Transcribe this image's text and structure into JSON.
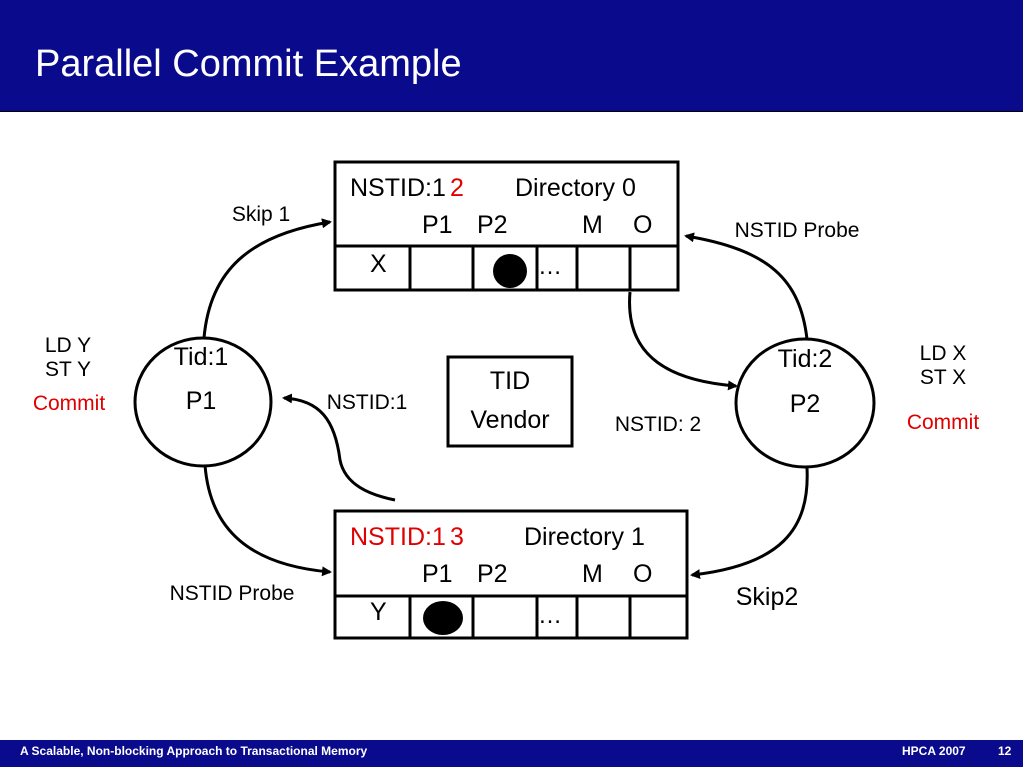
{
  "slide": {
    "title": "Parallel Commit Example",
    "footer_left": "A Scalable, Non-blocking Approach to Transactional Memory",
    "footer_conf": "HPCA 2007",
    "footer_page": "12"
  },
  "colors": {
    "header_bg": "#0a0a8c",
    "accent_red": "#e00000"
  },
  "directory0": {
    "nstid_old": "NSTID:1",
    "nstid_new": "2",
    "name": "Directory 0",
    "cols": [
      "P1",
      "P2",
      "M",
      "O"
    ],
    "row_label": "X",
    "ellipsis": "…"
  },
  "directory1": {
    "nstid_old": "NSTID:1",
    "nstid_new": "3",
    "name": "Directory 1",
    "cols": [
      "P1",
      "P2",
      "M",
      "O"
    ],
    "row_label": "Y",
    "ellipsis": "…"
  },
  "p1": {
    "tid": "Tid:1",
    "name": "P1",
    "ops": [
      "LD Y",
      "ST Y"
    ],
    "status": "Commit"
  },
  "p2": {
    "tid": "Tid:2",
    "name": "P2",
    "ops": [
      "LD X",
      "ST X"
    ],
    "status": "Commit"
  },
  "vendor": {
    "line1": "TID",
    "line2": "Vendor"
  },
  "arrows": {
    "skip1": "Skip 1",
    "nstid_probe_top": "NSTID Probe",
    "nstid_to_p1": "NSTID:1",
    "nstid_to_p2": "NSTID: 2",
    "nstid_probe_bottom": "NSTID Probe",
    "skip2": "Skip2"
  }
}
